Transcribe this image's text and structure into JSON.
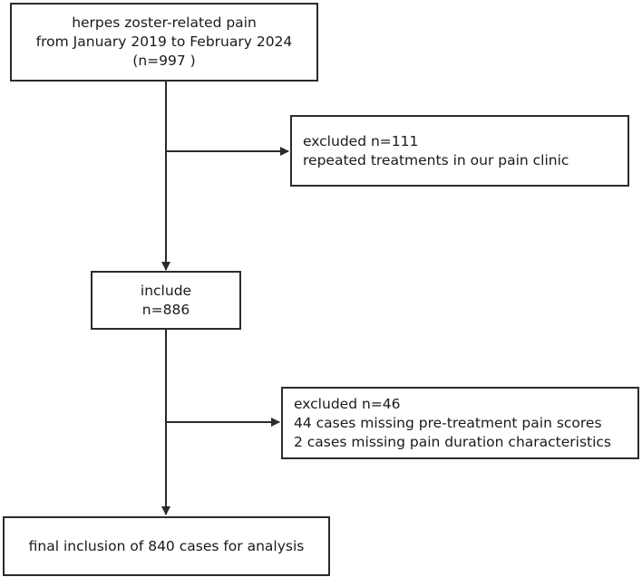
{
  "flowchart": {
    "start_box": {
      "lines": [
        "herpes zoster-related pain",
        "from January 2019 to February 2024",
        "(n=997 )"
      ]
    },
    "exclusion_1": {
      "lines": [
        "excluded n=111",
        "repeated treatments in our pain clinic"
      ]
    },
    "include_box": {
      "lines": [
        "include",
        "n=886"
      ]
    },
    "exclusion_2": {
      "lines": [
        "excluded n=46",
        "44 cases missing pre-treatment pain scores",
        "2 cases missing pain duration characteristics"
      ]
    },
    "final_box": {
      "lines": [
        "final inclusion of 840 cases for analysis"
      ]
    }
  }
}
